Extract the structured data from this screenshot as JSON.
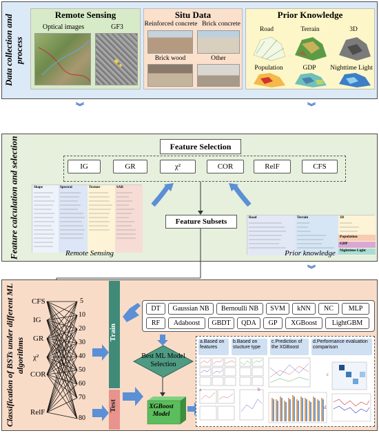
{
  "sections": {
    "top_label": "Data collection and process",
    "middle_label": "Feature calculation and selection",
    "bottom_label": "Classification of BSTs under different ML algorithms"
  },
  "remote_sensing": {
    "title": "Remote Sensing",
    "optical": "Optical images",
    "gf3": "GF3"
  },
  "situ": {
    "title": "Situ Data",
    "items": [
      "Reinforced concrete",
      "Brick concrete",
      "Brick wood",
      "Other"
    ]
  },
  "prior": {
    "title": "Prior Knowledge",
    "items": [
      "Road",
      "Terrain",
      "3D",
      "Population",
      "GDP",
      "Nighttime Light"
    ]
  },
  "feature_selection": {
    "title": "Feature Selection",
    "methods": [
      "IG",
      "GR",
      "χ²",
      "COR",
      "RelF",
      "CFS"
    ]
  },
  "feature_subsets": "Feature Subsets",
  "rs_table": {
    "caption": "Remote Sensing",
    "headers": [
      "Shape",
      "Spectral",
      "Texture",
      "SAR"
    ]
  },
  "pk_table": {
    "caption": "Prior knowledge",
    "headers": [
      "Road",
      "Terrain",
      "3D"
    ],
    "tags": [
      "Population",
      "GDP",
      "Nighttime Light"
    ]
  },
  "classification": {
    "left_nodes": [
      "CFS",
      "IG",
      "GR",
      "χ²",
      "COR",
      "RelF"
    ],
    "right_numbers": [
      "5",
      "10",
      "20",
      "30",
      "40",
      "50",
      "60",
      "70",
      "80"
    ],
    "train": "Train",
    "test": "Test",
    "models": [
      "DT",
      "Gaussian NB",
      "Bernoulli NB",
      "SVM",
      "kNN",
      "NC",
      "MLP",
      "RF",
      "Adaboost",
      "GBDT",
      "QDA",
      "GP",
      "XGBoost",
      "LightGBM"
    ],
    "best_selection": "Best ML Model Selection",
    "xgb_model": "XGBoost Model",
    "results": [
      "a.Based on features",
      "b.Based on stucture type",
      "c.Prediction of the XGBoost",
      "d.Performance evaluation comparison"
    ],
    "mini_letters": [
      "a",
      "b",
      "c",
      "d"
    ]
  },
  "colors": {
    "top_bg": "#dce9f7",
    "mid_bg": "#e6f0dc",
    "bot_bg": "#f9dcc8",
    "rs_bg": "#d8ebc8",
    "situ_bg": "#fbe0cc",
    "prior_bg": "#fdf6c8",
    "arrow": "#5b8fd6"
  }
}
